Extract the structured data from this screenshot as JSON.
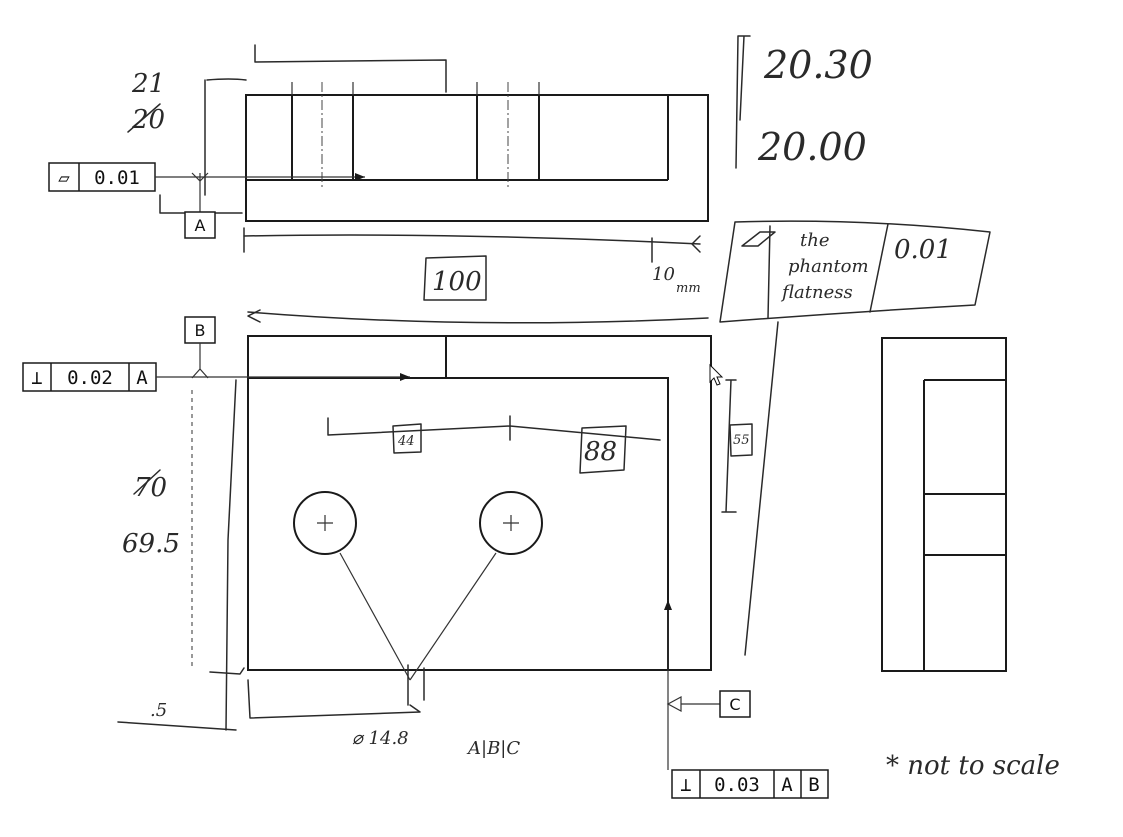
{
  "fcf_flatness": {
    "symbol": "▱",
    "tolerance": "0.01"
  },
  "datum_a": "A",
  "datum_b": "B",
  "datum_c": "C",
  "fcf_perp_1": {
    "symbol": "⊥",
    "tolerance": "0.02",
    "datum": "A"
  },
  "fcf_perp_2": {
    "symbol": "⊥",
    "tolerance": "0.03",
    "datum1": "A",
    "datum2": "B"
  },
  "handwritten": {
    "thickness_max": "20.30",
    "thickness_min": "20.00",
    "old_height": "21",
    "old_height_struck": "20",
    "length": "100",
    "depth": "10",
    "depth_unit": "mm",
    "note_line1": "the",
    "note_line2": "phantom",
    "note_line3": "flatness",
    "note_tolerance": "0.01",
    "dim_44": "44",
    "dim_88": "88",
    "dim_55": "55",
    "width_struck": "70",
    "width": "69.5",
    "offset": ".5",
    "hole_dia": "⌀ 14.8",
    "datum_ref": "A|B|C",
    "scale_note": "* not to scale"
  },
  "icons": {
    "cursor": "arrow-cursor-icon"
  }
}
